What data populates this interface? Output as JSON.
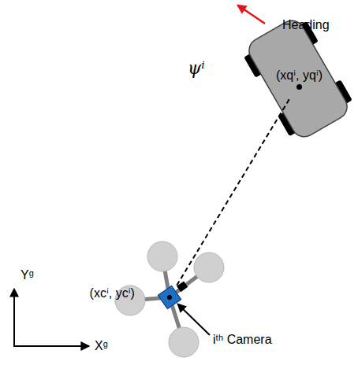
{
  "diagram": {
    "nodes": [
      {
        "text": [
          "(xqⁱ, yqⁱ)"
        ]
      },
      {
        "text": [
          "(xcⁱ, ycⁱ)"
        ]
      }
    ],
    "edges": [
      {
        "from": 1,
        "to": 0,
        "arrow": "none"
      }
    ],
    "labels": [
      "Heading",
      "ψⁱ",
      "iᵗʰ Camera",
      "Yᵍ",
      "Xᵍ"
    ]
  }
}
